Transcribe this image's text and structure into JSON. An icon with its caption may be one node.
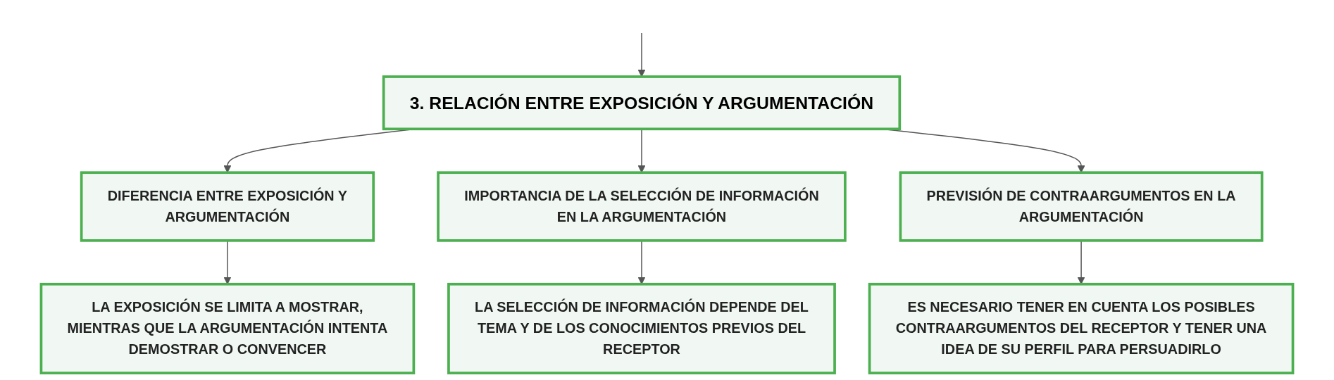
{
  "diagram": {
    "nodes": [
      {
        "text": [
          "3. RELACIÓN ENTRE EXPOSICIÓN Y ARGUMENTACIÓN"
        ]
      },
      {
        "text": [
          "DIFERENCIA ENTRE EXPOSICIÓN Y ARGUMENTACIÓN"
        ]
      },
      {
        "text": [
          "IMPORTANCIA DE LA SELECCIÓN DE INFORMACIÓN EN LA ARGUMENTACIÓN"
        ]
      },
      {
        "text": [
          "PREVISIÓN DE CONTRAARGUMENTOS EN LA ARGUMENTACIÓN"
        ]
      },
      {
        "text": [
          "LA EXPOSICIÓN SE LIMITA A MOSTRAR, MIENTRAS QUE LA ARGUMENTACIÓN INTENTA DEMOSTRAR O CONVENCER"
        ]
      },
      {
        "text": [
          "LA SELECCIÓN DE INFORMACIÓN DEPENDE DEL TEMA Y DE LOS CONOCIMIENTOS PREVIOS DEL RECEPTOR"
        ]
      },
      {
        "text": [
          "ES NECESARIO TENER EN CUENTA LOS POSIBLES CONTRAARGUMENTOS DEL RECEPTOR Y TENER UNA IDEA DE SU PERFIL PARA PERSUADIRLO"
        ]
      }
    ],
    "edges": [
      {
        "from": null,
        "to": 0,
        "arrow": "to"
      },
      {
        "from": 0,
        "to": 1,
        "arrow": "to"
      },
      {
        "from": 0,
        "to": 2,
        "arrow": "to"
      },
      {
        "from": 0,
        "to": 3,
        "arrow": "to"
      },
      {
        "from": 1,
        "to": 4,
        "arrow": "to"
      },
      {
        "from": 2,
        "to": 5,
        "arrow": "to"
      },
      {
        "from": 3,
        "to": 6,
        "arrow": "to"
      }
    ]
  }
}
